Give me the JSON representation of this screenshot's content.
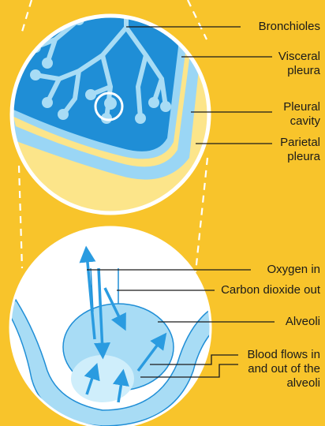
{
  "colors": {
    "background": "#f8c42b",
    "lung_tissue": "#1f8ed6",
    "pleura": "#9ad6f5",
    "circle_fill": "#fce58a",
    "alveoli": "#a8dcf5",
    "arrow": "#2a9be0"
  },
  "labels": {
    "bronchioles": "Bronchioles",
    "visceral_pleura": "Visceral pleura",
    "pleural_cavity": "Pleural cavity",
    "parietal_pleura": "Parietal pleura",
    "oxygen_in": "Oxygen in",
    "carbon_dioxide_out": "Carbon dioxide out",
    "alveoli": "Alveoli",
    "blood_flows": "Blood flows in and out of the alveoli"
  }
}
